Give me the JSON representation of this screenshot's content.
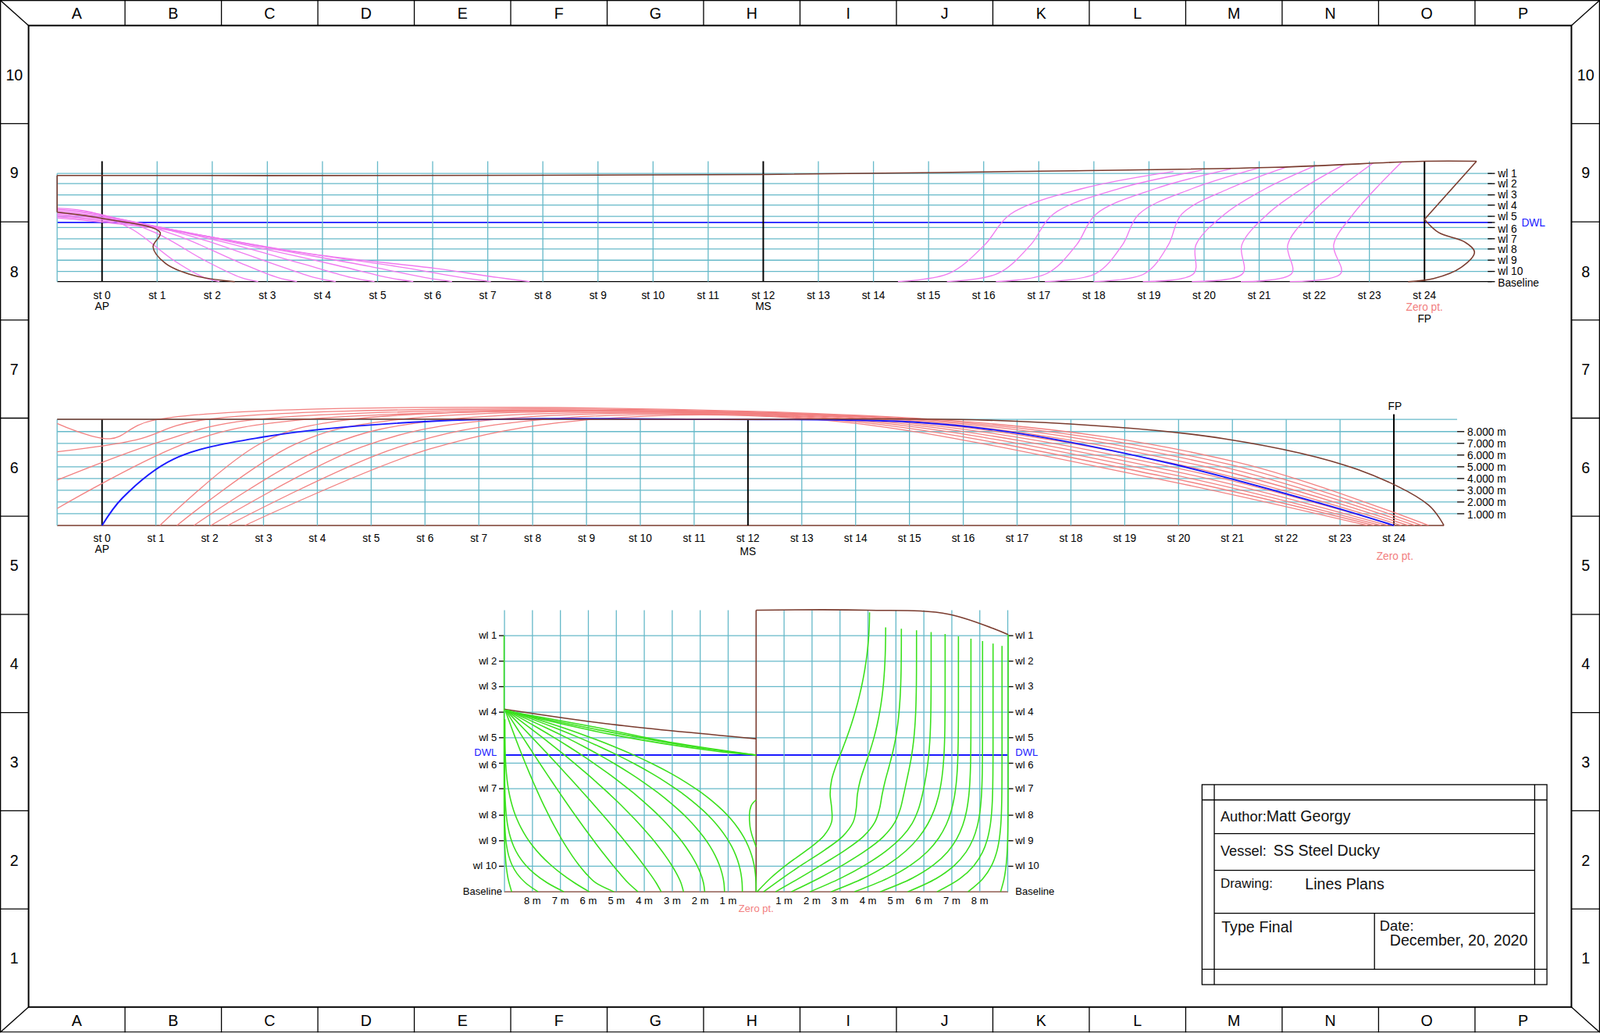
{
  "diagram": {
    "nodes": [
      {
        "text": [
          "Author:",
          "Matt Georgy"
        ]
      },
      {
        "text": [
          "Vessel:",
          "SS Steel Ducky"
        ]
      },
      {
        "text": [
          "Drawing:",
          "Lines Plans"
        ]
      },
      {
        "text": [
          "Type",
          "Final"
        ]
      },
      {
        "text": [
          "Date:",
          "December, 20, 2020"
        ]
      }
    ],
    "labels": [
      "A",
      "B",
      "C",
      "D",
      "E",
      "F",
      "G",
      "H",
      "I",
      "J",
      "K",
      "L",
      "M",
      "N",
      "O",
      "P",
      "10",
      "9",
      "8",
      "7",
      "6",
      "5",
      "4",
      "3",
      "2",
      "1",
      "10",
      "9",
      "8",
      "7",
      "6",
      "5",
      "4",
      "3",
      "2",
      "1",
      "wl 1",
      "wl 2",
      "wl 3",
      "wl 4",
      "wl 5",
      "DWL",
      "wl 6",
      "wl 7",
      "wl 8",
      "wl 9",
      "wl 10",
      "Baseline",
      "st 0",
      "st 1",
      "st 2",
      "st 3",
      "st 4",
      "st 5",
      "st 6",
      "st 7",
      "st 8",
      "st 9",
      "st 10",
      "st 11",
      "st 12",
      "st 13",
      "st 14",
      "st 15",
      "st 16",
      "st 17",
      "st 18",
      "st 19",
      "st 20",
      "st 21",
      "st 22",
      "st 23",
      "st 24",
      "AP",
      "MS",
      "Zero pt.",
      "FP",
      "FP",
      "8.000 m",
      "7.000 m",
      "6.000 m",
      "5.000 m",
      "4.000 m",
      "3.000 m",
      "2.000 m",
      "1.000 m",
      "st 0",
      "st 1",
      "st 2",
      "st 3",
      "st 4",
      "st 5",
      "st 6",
      "st 7",
      "st 8",
      "st 9",
      "st 10",
      "st 11",
      "st 12",
      "st 13",
      "st 14",
      "st 15",
      "st 16",
      "st 17",
      "st 18",
      "st 19",
      "st 20",
      "st 21",
      "st 22",
      "st 23",
      "st 24",
      "AP",
      "MS",
      "Zero pt.",
      "wl 1",
      "wl 2",
      "wl 3",
      "wl 4",
      "wl 5",
      "DWL",
      "wl 6",
      "wl 7",
      "wl 8",
      "wl 9",
      "wl 10",
      "Baseline",
      "wl 1",
      "wl 2",
      "wl 3",
      "wl 4",
      "wl 5",
      "DWL",
      "wl 6",
      "wl 7",
      "wl 8",
      "wl 9",
      "wl 10",
      "Baseline",
      "8 m",
      "7 m",
      "6 m",
      "5 m",
      "4 m",
      "3 m",
      "2 m",
      "1 m",
      "Zero pt.",
      "1 m",
      "2 m",
      "3 m",
      "4 m",
      "5 m",
      "6 m",
      "7 m",
      "8 m",
      "A",
      "B",
      "C",
      "D",
      "E",
      "F",
      "G",
      "H",
      "I",
      "J",
      "K",
      "L",
      "M",
      "N",
      "O",
      "P"
    ]
  }
}
